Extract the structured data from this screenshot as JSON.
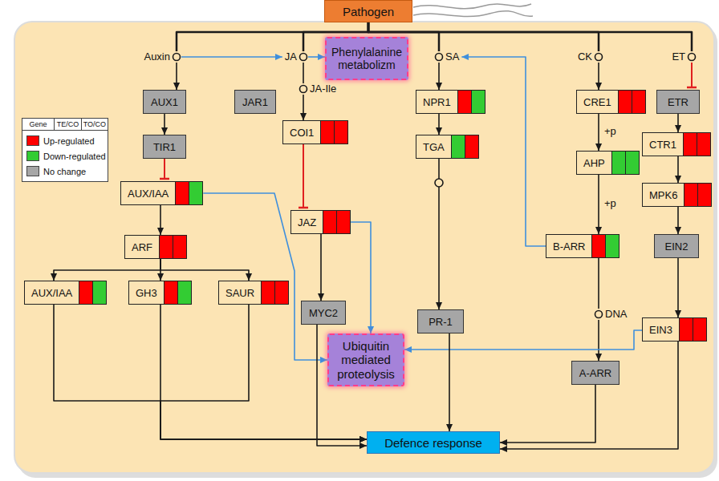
{
  "diagram": {
    "nodes": [
      {
        "text": [
          "Pathogen"
        ]
      },
      {
        "text": [
          "Auxin"
        ]
      },
      {
        "text": [
          "JA"
        ]
      },
      {
        "text": [
          "Phenylalanine metabolizm"
        ]
      },
      {
        "text": [
          "SA"
        ]
      },
      {
        "text": [
          "CK"
        ]
      },
      {
        "text": [
          "ET"
        ]
      },
      {
        "text": [
          "JAR1"
        ]
      },
      {
        "text": [
          "AUX1"
        ]
      },
      {
        "text": [
          "JA-Ile"
        ]
      },
      {
        "text": [
          "NPR1"
        ]
      },
      {
        "text": [
          "CRE1"
        ]
      },
      {
        "text": [
          "ETR"
        ]
      },
      {
        "text": [
          "TIR1"
        ]
      },
      {
        "text": [
          "COI1"
        ]
      },
      {
        "text": [
          "TGA"
        ]
      },
      {
        "text": [
          "AHP"
        ]
      },
      {
        "text": [
          "CTR1"
        ]
      },
      {
        "text": [
          "AUX/IAA"
        ]
      },
      {
        "text": [
          "JAZ"
        ]
      },
      {
        "text": [
          "MPK6"
        ]
      },
      {
        "text": [
          "ARF"
        ]
      },
      {
        "text": [
          "MYC2"
        ]
      },
      {
        "text": [
          "PR-1"
        ]
      },
      {
        "text": [
          "B-ARR"
        ]
      },
      {
        "text": [
          "DNA"
        ]
      },
      {
        "text": [
          "EIN2"
        ]
      },
      {
        "text": [
          "A-ARR"
        ]
      },
      {
        "text": [
          "AUX/IAA"
        ]
      },
      {
        "text": [
          "GH3"
        ]
      },
      {
        "text": [
          "SAUR"
        ]
      },
      {
        "text": [
          "EIN3"
        ]
      },
      {
        "text": [
          "Ubiquitin mediated proteolysis"
        ]
      },
      {
        "text": [
          "Defence response"
        ]
      }
    ],
    "edges": [
      {
        "from": 0,
        "to": 1,
        "arrow": "none"
      },
      {
        "from": 0,
        "to": 2,
        "arrow": "none"
      },
      {
        "from": 0,
        "to": 4,
        "arrow": "none"
      },
      {
        "from": 0,
        "to": 5,
        "arrow": "none"
      },
      {
        "from": 0,
        "to": 6,
        "arrow": "none"
      },
      {
        "from": 1,
        "to": 2,
        "arrow": "to"
      },
      {
        "from": 2,
        "to": 3,
        "arrow": "to"
      },
      {
        "from": 1,
        "to": 8,
        "arrow": "to"
      },
      {
        "from": 8,
        "to": 13,
        "arrow": "to"
      },
      {
        "from": 13,
        "to": 18,
        "arrow": "to"
      },
      {
        "from": 18,
        "to": 21,
        "arrow": "to"
      },
      {
        "from": 21,
        "to": 28,
        "arrow": "to"
      },
      {
        "from": 21,
        "to": 29,
        "arrow": "to"
      },
      {
        "from": 21,
        "to": 30,
        "arrow": "to"
      },
      {
        "from": 18,
        "to": 32,
        "arrow": "to"
      },
      {
        "from": 2,
        "to": 9,
        "arrow": "none"
      },
      {
        "from": 9,
        "to": 14,
        "arrow": "to"
      },
      {
        "from": 14,
        "to": 19,
        "arrow": "to"
      },
      {
        "from": 19,
        "to": 22,
        "arrow": "to"
      },
      {
        "from": 19,
        "to": 32,
        "arrow": "to"
      },
      {
        "from": 4,
        "to": 10,
        "arrow": "to"
      },
      {
        "from": 10,
        "to": 15,
        "arrow": "to"
      },
      {
        "from": 15,
        "to": 23,
        "arrow": "to"
      },
      {
        "from": 5,
        "to": 11,
        "arrow": "to"
      },
      {
        "from": 11,
        "to": 16,
        "label": "+p",
        "arrow": "to"
      },
      {
        "from": 16,
        "to": 24,
        "label": "+p",
        "arrow": "to"
      },
      {
        "from": 24,
        "to": 4,
        "arrow": "to"
      },
      {
        "from": 24,
        "to": 25,
        "arrow": "none"
      },
      {
        "from": 25,
        "to": 27,
        "arrow": "to"
      },
      {
        "from": 6,
        "to": 12,
        "arrow": "to"
      },
      {
        "from": 12,
        "to": 17,
        "arrow": "to"
      },
      {
        "from": 17,
        "to": 20,
        "arrow": "to"
      },
      {
        "from": 20,
        "to": 26,
        "arrow": "to"
      },
      {
        "from": 26,
        "to": 31,
        "arrow": "to"
      },
      {
        "from": 31,
        "to": 32,
        "arrow": "to"
      },
      {
        "from": 28,
        "to": 33,
        "arrow": "to"
      },
      {
        "from": 29,
        "to": 33,
        "arrow": "to"
      },
      {
        "from": 30,
        "to": 33,
        "arrow": "to"
      },
      {
        "from": 22,
        "to": 33,
        "arrow": "to"
      },
      {
        "from": 23,
        "to": 33,
        "arrow": "to"
      },
      {
        "from": 27,
        "to": 33,
        "arrow": "to"
      },
      {
        "from": 31,
        "to": 33,
        "arrow": "to"
      }
    ],
    "labels": [
      "Gene",
      "TE/CO",
      "TO/CO"
    ],
    "legend": [
      {
        "text": "Up-regulated",
        "color": "#ff0000"
      },
      {
        "text": "Down-regulated",
        "color": "#33cc33"
      },
      {
        "text": "No change",
        "color": "#a6a6a6"
      }
    ]
  }
}
